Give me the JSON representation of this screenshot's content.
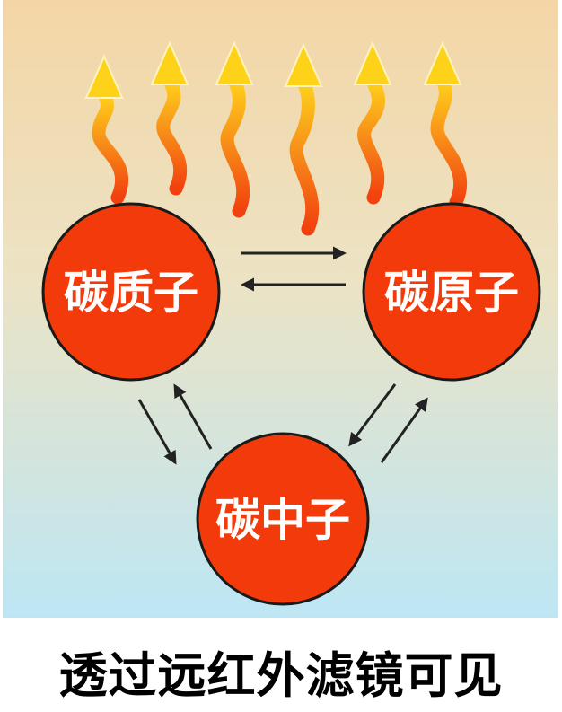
{
  "diagram": {
    "nodes": [
      {
        "id": "proton",
        "label": "碳质子"
      },
      {
        "id": "atom",
        "label": "碳原子"
      },
      {
        "id": "neutron",
        "label": "碳中子"
      }
    ],
    "edges": [
      {
        "from": "碳质子",
        "to": "碳原子"
      },
      {
        "from": "碳原子",
        "to": "碳质子"
      },
      {
        "from": "碳质子",
        "to": "碳中子"
      },
      {
        "from": "碳中子",
        "to": "碳质子"
      },
      {
        "from": "碳原子",
        "to": "碳中子"
      },
      {
        "from": "碳中子",
        "to": "碳原子"
      }
    ],
    "heat_arrows_count": 6,
    "caption": "透过远红外滤镜可见",
    "colors": {
      "node_fill": "#f23a0a",
      "bg_top": "#f4d6a6",
      "bg_bottom": "#bde6f4",
      "heat_base": "#f2400e",
      "heat_tip": "#ffd21a"
    }
  }
}
